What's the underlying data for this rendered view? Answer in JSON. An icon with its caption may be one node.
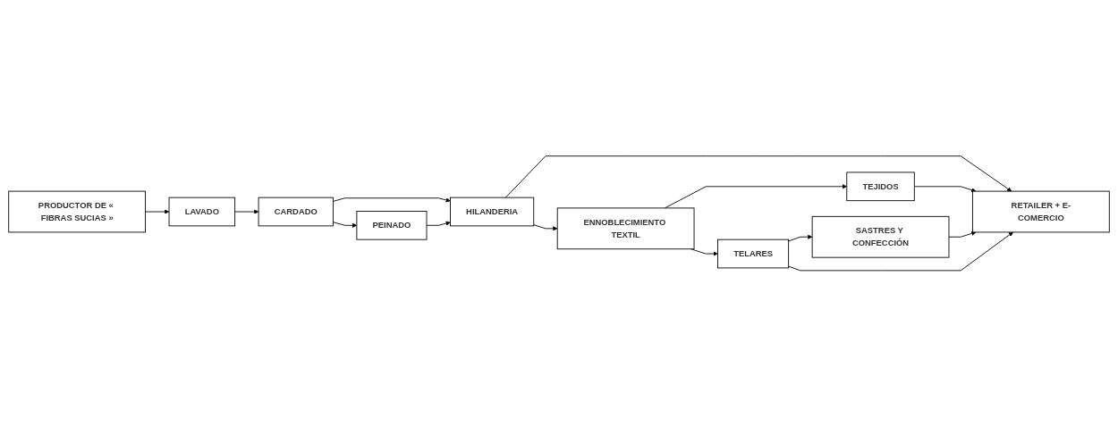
{
  "diagram": {
    "nodes": [
      {
        "text": [
          "PRODUCTOR DE « FIBRAS SUCIAS »"
        ]
      },
      {
        "text": [
          "LAVADO"
        ]
      },
      {
        "text": [
          "CARDADO"
        ]
      },
      {
        "text": [
          "PEINADO"
        ]
      },
      {
        "text": [
          "HILANDERIA"
        ]
      },
      {
        "text": [
          "ENNOBLECIMIENTO TEXTIL"
        ]
      },
      {
        "text": [
          "TEJIDOS"
        ]
      },
      {
        "text": [
          "TELARES"
        ]
      },
      {
        "text": [
          "SASTRES Y CONFECCIÓN"
        ]
      },
      {
        "text": [
          "RETAILER + E-COMERCIO"
        ]
      }
    ],
    "edges": [
      {
        "from": 0,
        "to": 1,
        "arrow": "to"
      },
      {
        "from": 1,
        "to": 2,
        "arrow": "to"
      },
      {
        "from": 2,
        "to": 3,
        "arrow": "to"
      },
      {
        "from": 2,
        "to": 4,
        "arrow": "to"
      },
      {
        "from": 3,
        "to": 4,
        "arrow": "to"
      },
      {
        "from": 4,
        "to": 5,
        "arrow": "to"
      },
      {
        "from": 4,
        "to": 9,
        "arrow": "to"
      },
      {
        "from": 5,
        "to": 6,
        "arrow": "to"
      },
      {
        "from": 5,
        "to": 7,
        "arrow": "to"
      },
      {
        "from": 6,
        "to": 9,
        "arrow": "to"
      },
      {
        "from": 7,
        "to": 8,
        "arrow": "to"
      },
      {
        "from": 8,
        "to": 9,
        "arrow": "to"
      },
      {
        "from": 7,
        "to": 9,
        "arrow": "to"
      }
    ]
  }
}
